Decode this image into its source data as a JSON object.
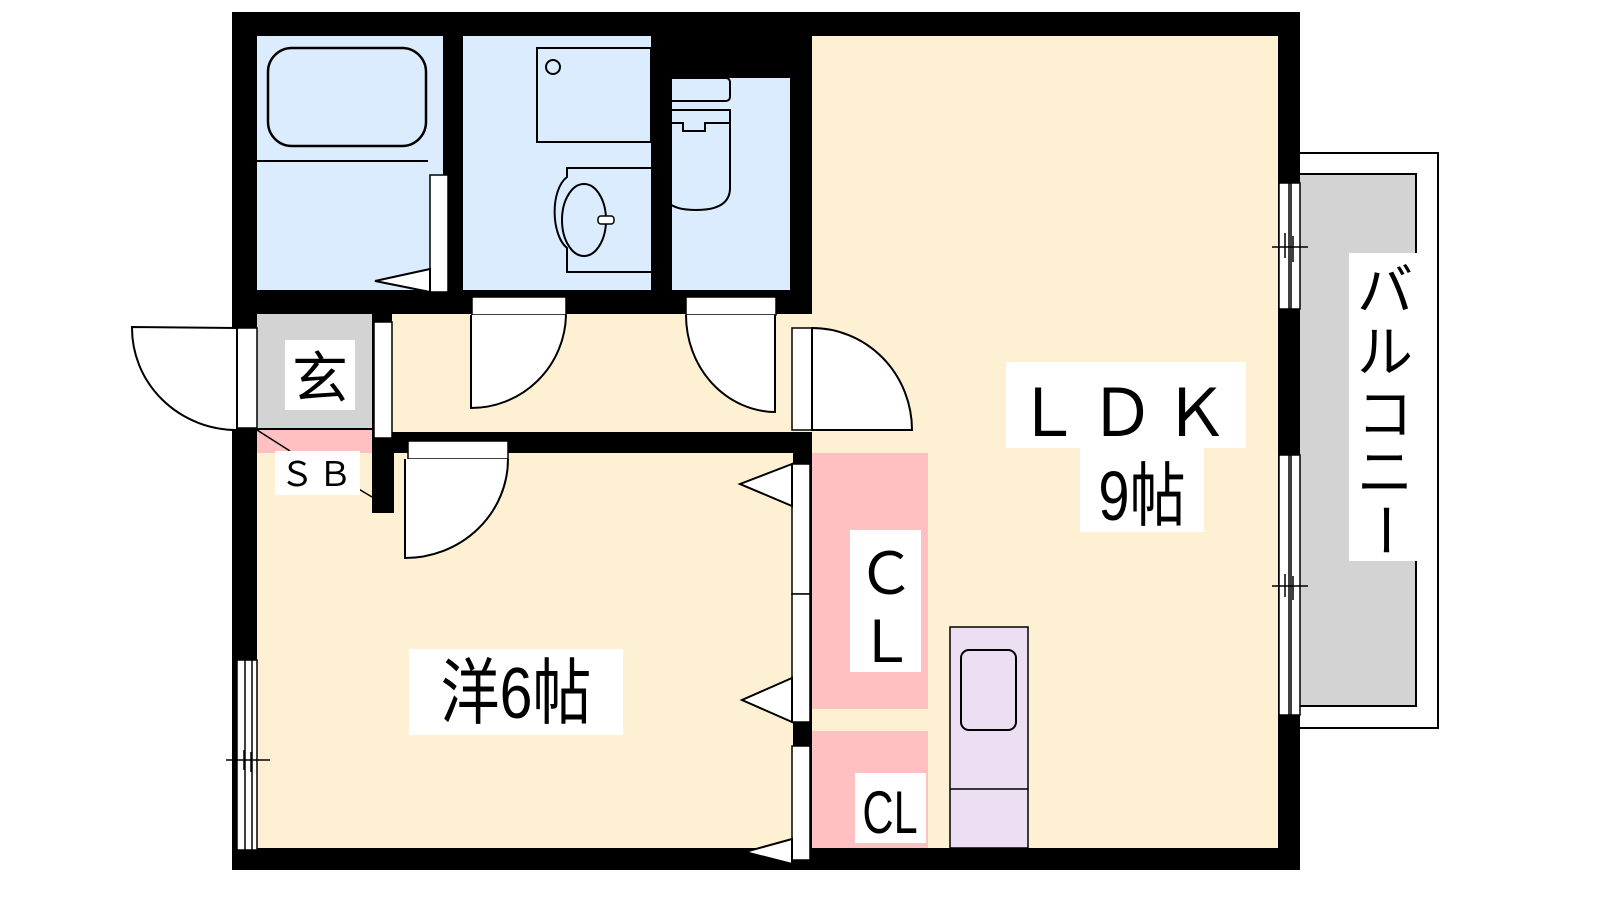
{
  "plan": {
    "colors": {
      "wall": "#000000",
      "wet_area": "#dbecfe",
      "living_floor": "#fef0d2",
      "entrance": "#d3d3d3",
      "storage": "#fec0c0",
      "kitchen": "#ecdff4",
      "balcony": "#d3d3d3",
      "label_bg": "#ffffff"
    },
    "rooms": {
      "ldk": {
        "label": "ＬＤＫ",
        "size": "9帖"
      },
      "western": {
        "label": "洋6帖"
      },
      "entrance": {
        "label": "玄"
      },
      "shoe_box": {
        "label": "ＳＢ"
      },
      "closet_large": {
        "label_line1": "Ｃ",
        "label_line2": "Ｌ"
      },
      "closet_small": {
        "label": "CL"
      },
      "balcony": {
        "label_chars": [
          "バ",
          "ル",
          "コ",
          "ニ",
          "ー"
        ]
      }
    }
  }
}
